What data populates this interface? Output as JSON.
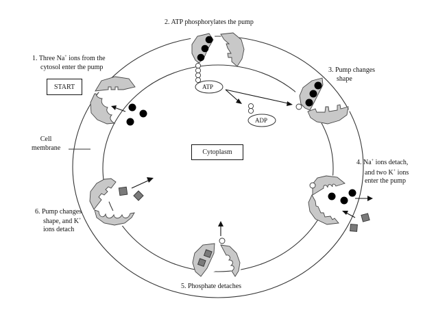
{
  "title": "Sodium-potassium pump cycle",
  "colors": {
    "pump_fill": "#c8c8c8",
    "outline": "#333333",
    "sodium_ion": "#000000",
    "potassium_ion": "#7a7a7a",
    "phosphate": "#ffffff"
  },
  "boxes": {
    "start": "START",
    "cytoplasm": "Cytoplasm"
  },
  "labels": {
    "membrane_line1": "Cell",
    "membrane_line2": "membrane",
    "step1": {
      "prefix": "1. Three Na",
      "sup": "+",
      "suffix": " ions from the",
      "line2": "cytosol enter the pump"
    },
    "step2": "2. ATP phosphorylates the pump",
    "step3": {
      "line1": "3. Pump changes",
      "line2": "shape"
    },
    "step4": {
      "prefix": "4. Na",
      "sup": "+",
      "suffix": " ions detach,",
      "line2_prefix": "and two K",
      "line2_sup": "+",
      "line2_suffix": " ions",
      "line3": "enter the pump"
    },
    "step5": "5. Phosphate detaches",
    "step6": {
      "line1": "6. Pump changes",
      "line2_prefix": "shape, and K",
      "line2_sup": "+",
      "line3": "ions detach"
    }
  },
  "molecules": {
    "atp": "ATP",
    "adp": "ADP"
  },
  "icons": {
    "sodium": "sodium-ion-icon (black circle)",
    "potassium": "potassium-ion-icon (gray square)",
    "phosphate": "phosphate-icon (white circle)"
  }
}
